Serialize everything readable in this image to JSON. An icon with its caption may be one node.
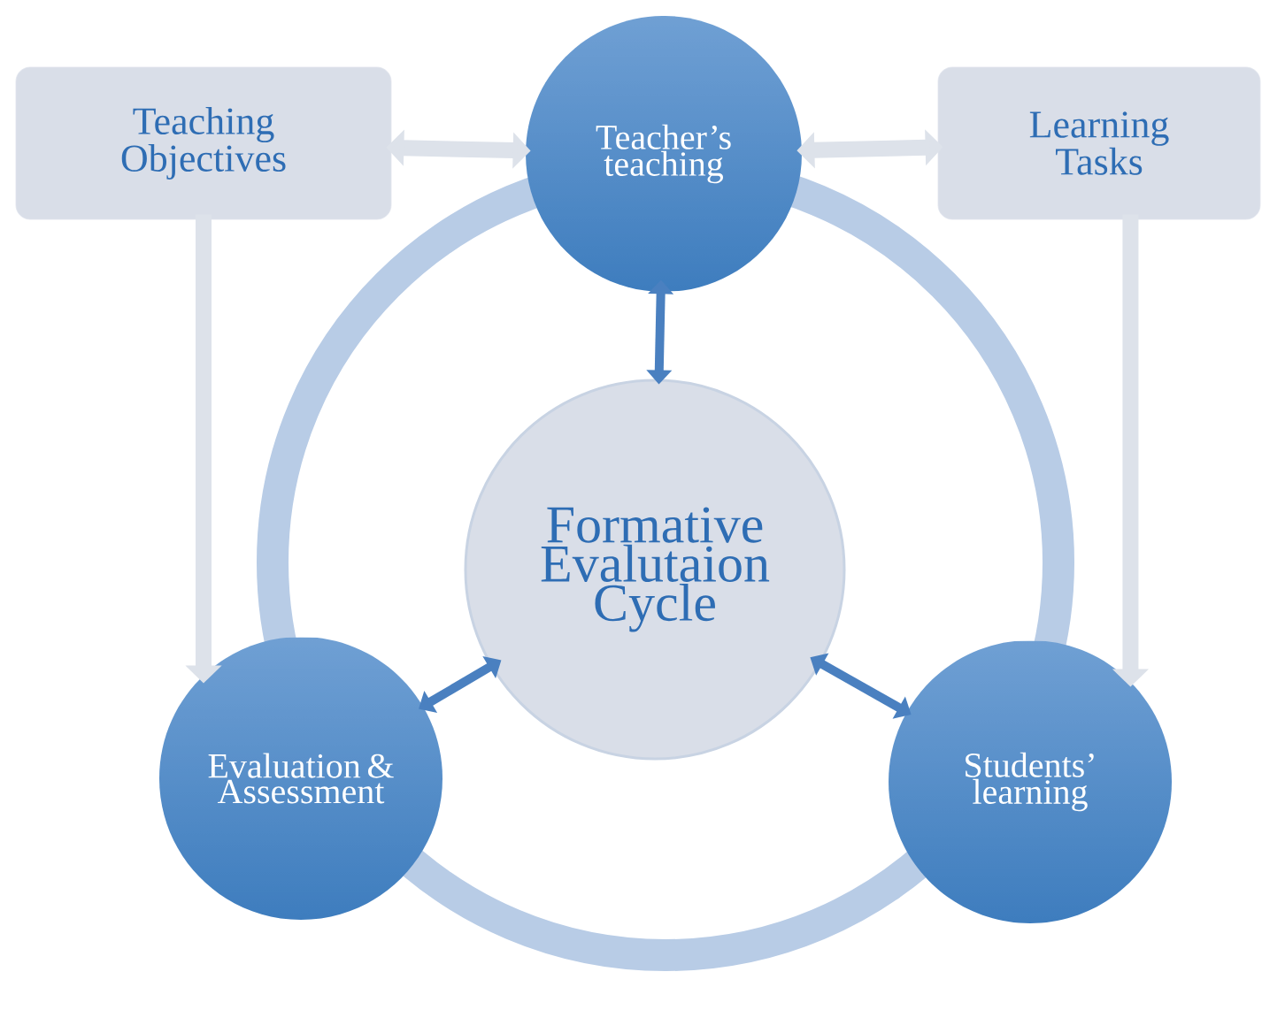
{
  "diagram": {
    "nodes": [
      {
        "text": [
          "Teaching Objectives"
        ]
      },
      {
        "text": [
          "Teacher’s teaching"
        ]
      },
      {
        "text": [
          "Learning Tasks"
        ]
      },
      {
        "text": [
          "Formative Evalutaion Cycle"
        ]
      },
      {
        "text": [
          "Evaluation & Assessment"
        ]
      },
      {
        "text": [
          "Students’ learning"
        ]
      }
    ],
    "edges": [
      {
        "from": 0,
        "to": 1,
        "arrow": "both"
      },
      {
        "from": 1,
        "to": 2,
        "arrow": "both"
      },
      {
        "from": 1,
        "to": 3,
        "arrow": "both",
        "color": "#4a80c0"
      },
      {
        "from": 3,
        "to": 4,
        "arrow": "both",
        "color": "#4a80c0"
      },
      {
        "from": 3,
        "to": 5,
        "arrow": "both",
        "color": "#4a80c0"
      },
      {
        "from": 0,
        "to": 4,
        "arrow": "to"
      },
      {
        "from": 2,
        "to": 5,
        "arrow": "to"
      }
    ]
  }
}
